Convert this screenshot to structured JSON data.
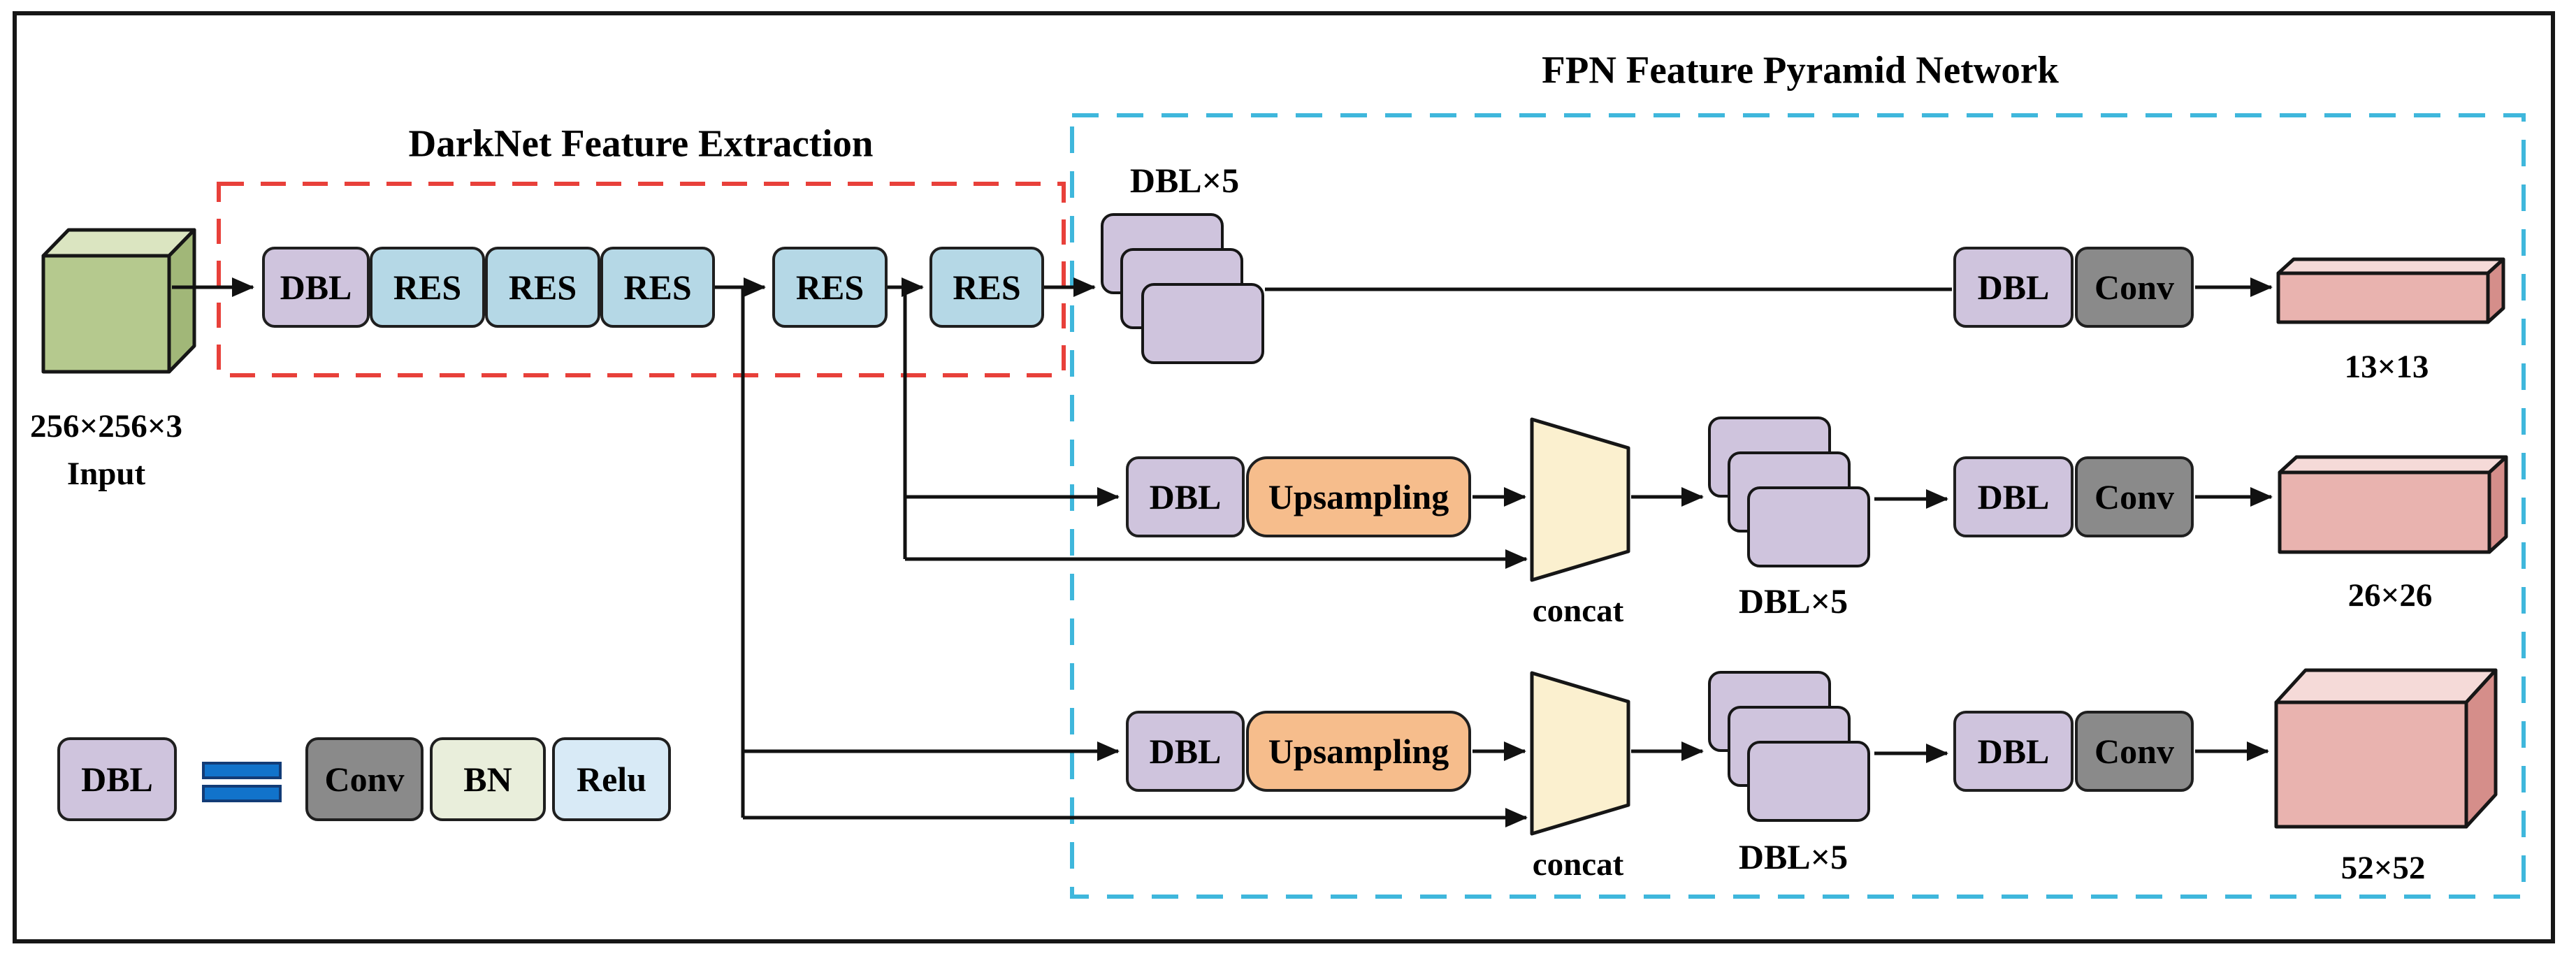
{
  "titles": {
    "fpn": "FPN Feature Pyramid Network",
    "darknet": "DarkNet Feature Extraction"
  },
  "input": {
    "dims": "256×256×3",
    "label": "Input"
  },
  "blocks": {
    "dbl": "DBL",
    "res": "RES",
    "conv": "Conv",
    "bn": "BN",
    "relu": "Relu",
    "upsampling": "Upsampling"
  },
  "labels": {
    "dbl_x5": "DBL×5",
    "concat": "concat"
  },
  "outputs": {
    "scale_13": "13×13",
    "scale_26": "26×26",
    "scale_52": "52×52"
  },
  "colors": {
    "block-border": "#1f1f1f",
    "purple": "#cfc4dd",
    "res-blue": "#b5d8e6",
    "conv-gray": "#8a8a8a",
    "bn-green": "#e9eedb",
    "relu-blue": "#d8eaf6",
    "upsampling-orange": "#f6bd8c",
    "concat-yellow": "#fbf0cf",
    "cube-front": "#b5c98e",
    "cube-top": "#dbe5c1",
    "cube-side": "#a1b778",
    "slab-front": "#e9b3af",
    "slab-top": "#f5dad8",
    "slab-side": "#d58e8a",
    "equals-blue": "#1173cb",
    "equals-border": "#123c77",
    "red-dash": "#e8403a",
    "cyan-dash": "#3fb7dc",
    "line": "#111111"
  }
}
